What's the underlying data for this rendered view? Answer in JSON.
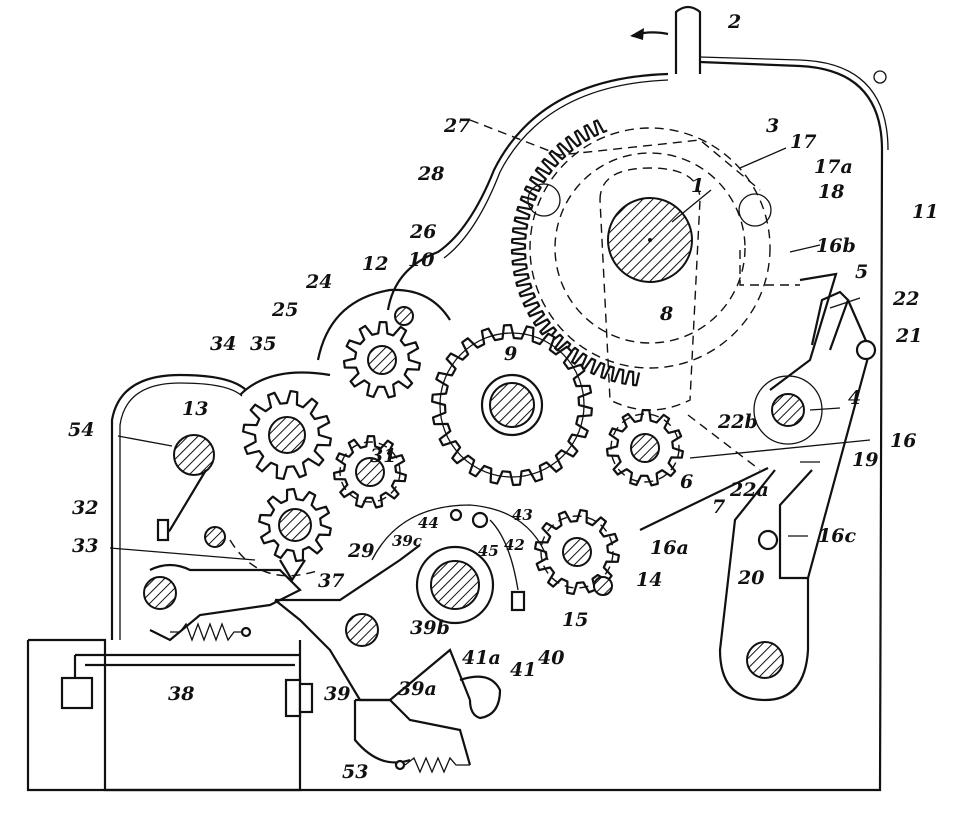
{
  "labels": {
    "l1": "1",
    "l2": "2",
    "l3": "3",
    "l4": "4",
    "l5": "5",
    "l6": "6",
    "l7": "7",
    "l8": "8",
    "l9": "9",
    "l10": "10",
    "l11": "11",
    "l12": "12",
    "l13": "13",
    "l14": "14",
    "l15": "15",
    "l16": "16",
    "l16a": "16a",
    "l16b": "16b",
    "l16c": "16c",
    "l17": "17",
    "l17a": "17a",
    "l18": "18",
    "l19": "19",
    "l20": "20",
    "l21": "21",
    "l22": "22",
    "l22a": "22a",
    "l22b": "22b",
    "l24": "24",
    "l25": "25",
    "l26": "26",
    "l27": "27",
    "l28": "28",
    "l29": "29",
    "l31": "31",
    "l32": "32",
    "l33": "33",
    "l34": "34",
    "l35": "35",
    "l37": "37",
    "l38": "38",
    "l39": "39",
    "l39a": "39a",
    "l39b": "39b",
    "l39c": "39c",
    "l40": "40",
    "l41": "41",
    "l41a": "41a",
    "l42": "42",
    "l43": "43",
    "l44": "44",
    "l45": "45",
    "l53": "53",
    "l54": "54"
  },
  "gears": [
    {
      "id": "gear-9",
      "teeth": 22
    },
    {
      "id": "gear-3",
      "teeth": 40
    },
    {
      "id": "gear-25",
      "teeth": 11
    },
    {
      "id": "gear-35",
      "teeth": 12
    },
    {
      "id": "gear-29",
      "teeth": 11
    },
    {
      "id": "gear-7",
      "teeth": 11
    },
    {
      "id": "gear-15",
      "teeth": 12
    },
    {
      "id": "gear-37",
      "teeth": 10
    }
  ]
}
